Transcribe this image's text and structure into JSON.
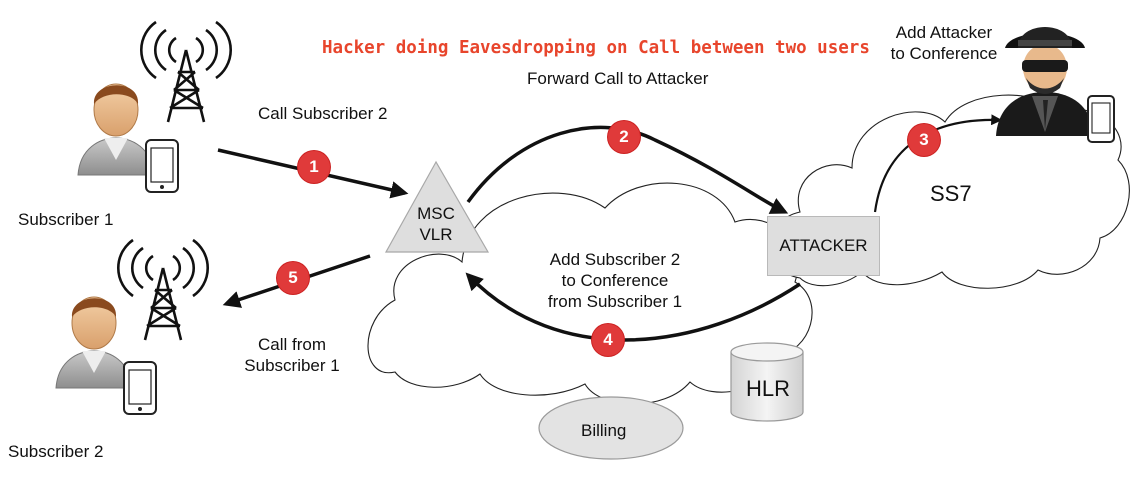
{
  "title": "Hacker doing Eavesdropping on Call between two users",
  "labels": {
    "subscriber1": "Subscriber 1",
    "subscriber2": "Subscriber 2",
    "call_subscriber2": "Call Subscriber 2",
    "forward_call": "Forward Call to Attacker",
    "add_attacker_line1": "Add Attacker",
    "add_attacker_line2": "to Conference",
    "msc_line1": "MSC",
    "msc_line2": "VLR",
    "attacker": "ATTACKER",
    "ss7": "SS7",
    "add_sub2_line1": "Add Subscriber 2",
    "add_sub2_line2": "to Conference",
    "add_sub2_line3": "from Subscriber 1",
    "call_from_line1": "Call from",
    "call_from_line2": "Subscriber 1",
    "hlr": "HLR",
    "billing": "Billing"
  },
  "steps": [
    "1",
    "2",
    "3",
    "4",
    "5"
  ],
  "colors": {
    "title": "#e8452c",
    "badge": "#e03a3a",
    "arrow": "#111111",
    "node_fill": "#dedede",
    "node_stroke": "#b9b9b9"
  }
}
